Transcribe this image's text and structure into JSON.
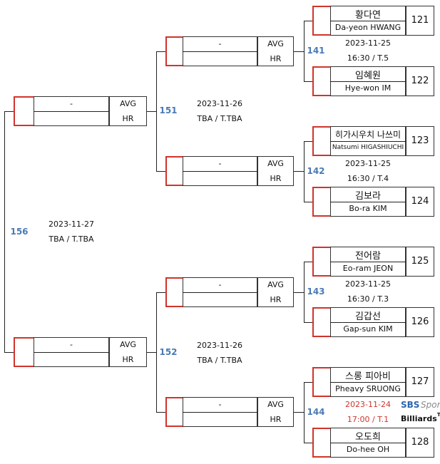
{
  "matches": {
    "m141": {
      "number": "141",
      "date": "2023-11-25",
      "time": "16:30 / T.5"
    },
    "m142": {
      "number": "142",
      "date": "2023-11-25",
      "time": "16:30 / T.4"
    },
    "m143": {
      "number": "143",
      "date": "2023-11-25",
      "time": "16:30 / T.3"
    },
    "m144": {
      "number": "144",
      "date": "2023-11-24",
      "time": "17:00 / T.1"
    },
    "m151": {
      "number": "151",
      "date": "2023-11-26",
      "time": "TBA / T.TBA"
    },
    "m152": {
      "number": "152",
      "date": "2023-11-26",
      "time": "TBA / T.TBA"
    },
    "m156": {
      "number": "156",
      "date": "2023-11-27",
      "time": "TBA / T.TBA"
    }
  },
  "slot_labels": {
    "avg": "AVG",
    "hr": "HR",
    "dash": "-"
  },
  "players": [
    {
      "seed": "121",
      "name_kr": "황다연",
      "name_en": "Da-yeon HWANG"
    },
    {
      "seed": "122",
      "name_kr": "임혜원",
      "name_en": "Hye-won IM"
    },
    {
      "seed": "123",
      "name_kr": "히가시우치 나쓰미",
      "name_en": "Natsumi HIGASHIUCHI"
    },
    {
      "seed": "124",
      "name_kr": "김보라",
      "name_en": "Bo-ra KIM"
    },
    {
      "seed": "125",
      "name_kr": "전어람",
      "name_en": "Eo-ram JEON"
    },
    {
      "seed": "126",
      "name_kr": "김갑선",
      "name_en": "Gap-sun KIM"
    },
    {
      "seed": "127",
      "name_kr": "스롱 피아비",
      "name_en": "Pheavy SRUONG"
    },
    {
      "seed": "128",
      "name_kr": "오도희",
      "name_en": "Do-hee OH"
    }
  ],
  "broadcast": {
    "sbs": "SBS",
    "sports": "Sports",
    "billiards": "Billiards",
    "tv": "TV"
  },
  "colors": {
    "accent_red": "#d0342c",
    "match_blue": "#4a7ab5"
  }
}
